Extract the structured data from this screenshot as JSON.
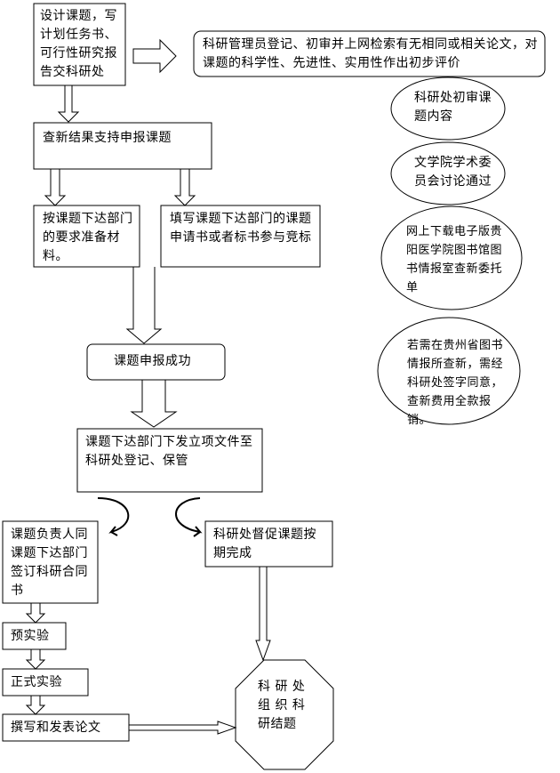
{
  "nodes": {
    "design": "设计课题，写计划任务书、可行性研究报告交科研处",
    "register": "科研管理员登记、初审并上网检索有无相同或相关论文，对课题的科学性、先进性、实用性作出初步评价",
    "review": "科研处初审课题内容",
    "committee": "文学院学术委员会讨论通过",
    "download": "网上下载电子版贵阳医学院图书馆图书情报室查新委托单",
    "provincial": "若需在贵州省图书情报所查新，需经科研处签字同意，查新费用全款报销。",
    "support": "查新结果支持申报课题",
    "prepare": "按课题下达部门的要求准备材料。",
    "fill": "填写课题下达部门的课题申请书或者标书参与竞标",
    "success": "课题申报成功",
    "filing": "课题下达部门下发立项文件至科研处登记、保管",
    "contract": "课题负责人同课题下达部门签订科研合同书",
    "supervise": "科研处督促课题按期完成",
    "pre": "预实验",
    "formal": "正式实验",
    "paper": "撰写和发表论文",
    "conclude": "科 研 处 组 织 科 研结题"
  }
}
